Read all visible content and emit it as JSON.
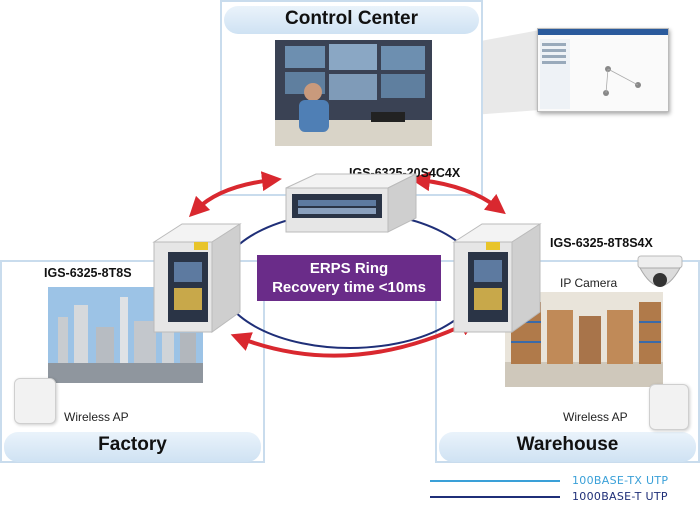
{
  "control_center": {
    "title": "Control Center"
  },
  "factory": {
    "title": "Factory",
    "switch_model": "IGS-6325-8T8S",
    "ap_label": "Wireless AP"
  },
  "warehouse": {
    "title": "Warehouse",
    "switch_model": "IGS-6325-8T8S4X",
    "camera_label": "IP Camera",
    "ap_label": "Wireless AP"
  },
  "core_switch": {
    "model": "IGS-6325-20S4C4X"
  },
  "ring": {
    "line1": "ERPS Ring",
    "line2": "Recovery time <10ms"
  },
  "legend": [
    {
      "label": "100BASE-TX UTP",
      "color": "#3aa0d8"
    },
    {
      "label": "1000BASE-T UTP",
      "color": "#1f2f78"
    }
  ],
  "colors": {
    "ring_arrow": "#d9282f",
    "ring_line": "#1f2f78",
    "panel_border": "#c9dced",
    "erps_box": "#6a2c89"
  }
}
